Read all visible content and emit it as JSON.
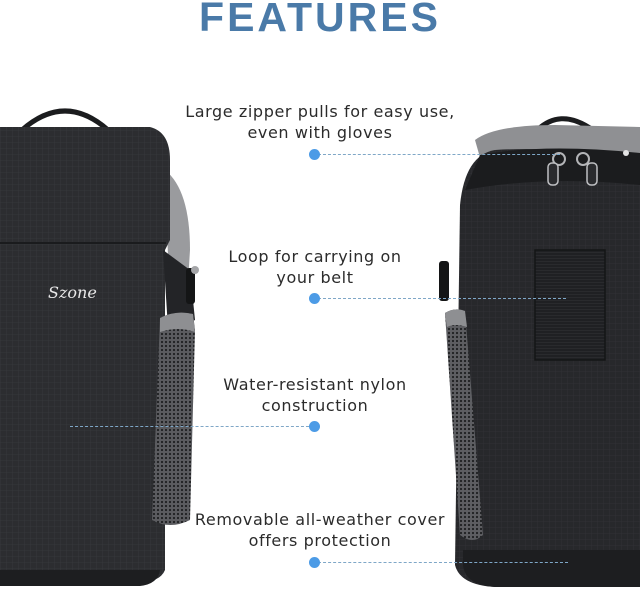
{
  "title": "FEATURES",
  "colors": {
    "title": "#4a7aa8",
    "dot": "#4c9be6",
    "line": "#7fa7c7",
    "bag_body": "#2a2b2e",
    "bag_trim": "#8e8f92",
    "mesh": "#6d6e72"
  },
  "brand_logo_text": "Szone",
  "features": [
    {
      "line1": "Large zipper pulls for easy use,",
      "line2": "even with gloves"
    },
    {
      "line1": "Loop for carrying on",
      "line2": "your belt"
    },
    {
      "line1": "Water-resistant nylon",
      "line2": "construction"
    },
    {
      "line1": "Removable all-weather cover",
      "line2": "offers protection"
    }
  ]
}
